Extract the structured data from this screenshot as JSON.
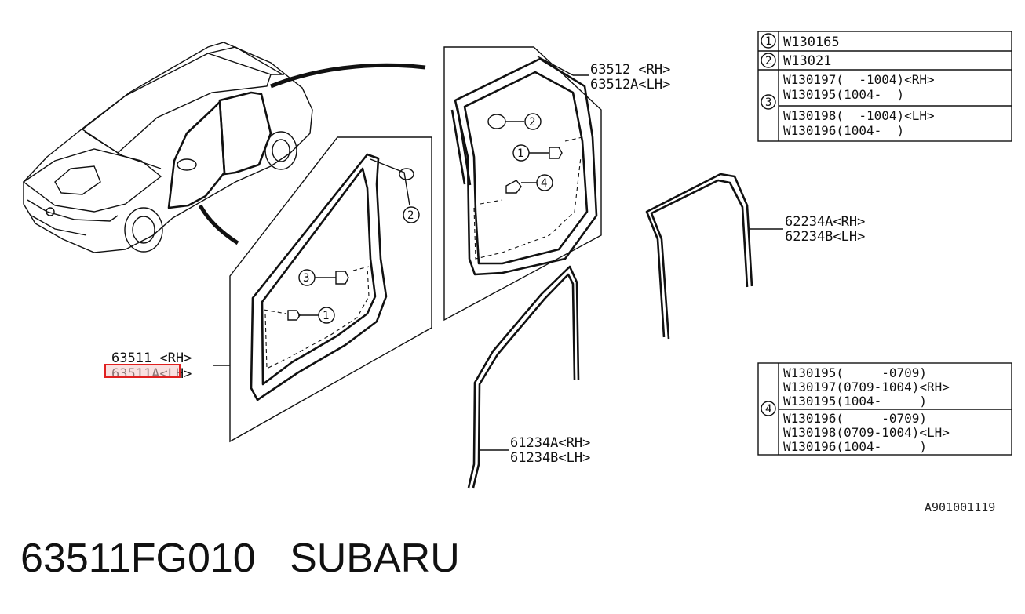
{
  "callouts": {
    "front_door_rh": "63511 <RH>",
    "front_door_lh": "63511A<LH>",
    "rear_door_rh": "63512 <RH>",
    "rear_door_lh": "63512A<LH>",
    "rear_glass_rh": "62234A<RH>",
    "rear_glass_lh": "62234B<LH>",
    "front_glass_rh": "61234A<RH>",
    "front_glass_lh": "61234B<LH>"
  },
  "clip_numbers": {
    "one": "1",
    "two": "2",
    "three": "3",
    "four": "4"
  },
  "table1": {
    "rows": [
      {
        "key": "1",
        "lines": [
          "W130165"
        ]
      },
      {
        "key": "2",
        "lines": [
          "W13021"
        ]
      },
      {
        "key": "3",
        "lines": [
          "W130197(  -1004)<RH>",
          "W130195(1004-  )",
          "W130198(  -1004)<LH>",
          "W130196(1004-  )"
        ]
      }
    ]
  },
  "table2": {
    "key": "4",
    "lines": [
      "W130195(     -0709)",
      "W130197(0709-1004)<RH>",
      "W130195(1004-     )",
      "W130196(     -0709)",
      "W130198(0709-1004)<LH>",
      "W130196(1004-     )"
    ]
  },
  "figure_ref": "A901001119",
  "footer": {
    "part_number": "63511FG010",
    "brand": "SUBARU"
  },
  "highlight_color": "#e02020"
}
